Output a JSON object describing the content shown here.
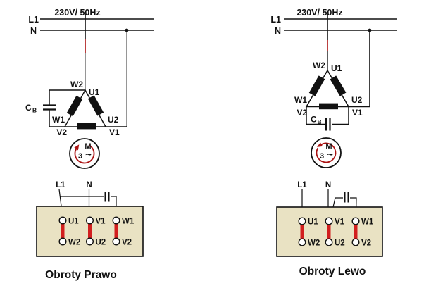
{
  "colors": {
    "red_link": "#d21f1f",
    "red_accent": "#aa1111",
    "box_fill": "#e9e2c3",
    "wire_gray": "#8a8a8a"
  },
  "panels": [
    {
      "supply": {
        "spec": "230V/ 50Hz",
        "l1": "L1",
        "n": "N"
      },
      "winding": {
        "w2": "W2",
        "u1": "U1",
        "w1": "W1",
        "v2": "V2",
        "u2": "U2",
        "v1": "V1"
      },
      "capacitor": {
        "label": "C",
        "sub": "B"
      },
      "motor": {
        "m": "M",
        "three": "3",
        "tilde": "~"
      },
      "box": {
        "l1": "L1",
        "n": "N",
        "top": [
          "U1",
          "V1",
          "W1"
        ],
        "bottom": [
          "W2",
          "U2",
          "V2"
        ]
      },
      "caption": "Obroty Prawo"
    },
    {
      "supply": {
        "spec": "230V/ 50Hz",
        "l1": "L1",
        "n": "N"
      },
      "winding": {
        "w2": "W2",
        "u1": "U1",
        "w1": "W1",
        "v2": "V2",
        "u2": "U2",
        "v1": "V1"
      },
      "capacitor": {
        "label": "C",
        "sub": "B"
      },
      "motor": {
        "m": "M",
        "three": "3",
        "tilde": "~"
      },
      "box": {
        "l1": "L1",
        "n": "N",
        "top": [
          "U1",
          "V1",
          "W1"
        ],
        "bottom": [
          "W2",
          "U2",
          "V2"
        ]
      },
      "caption": "Obroty Lewo"
    }
  ]
}
